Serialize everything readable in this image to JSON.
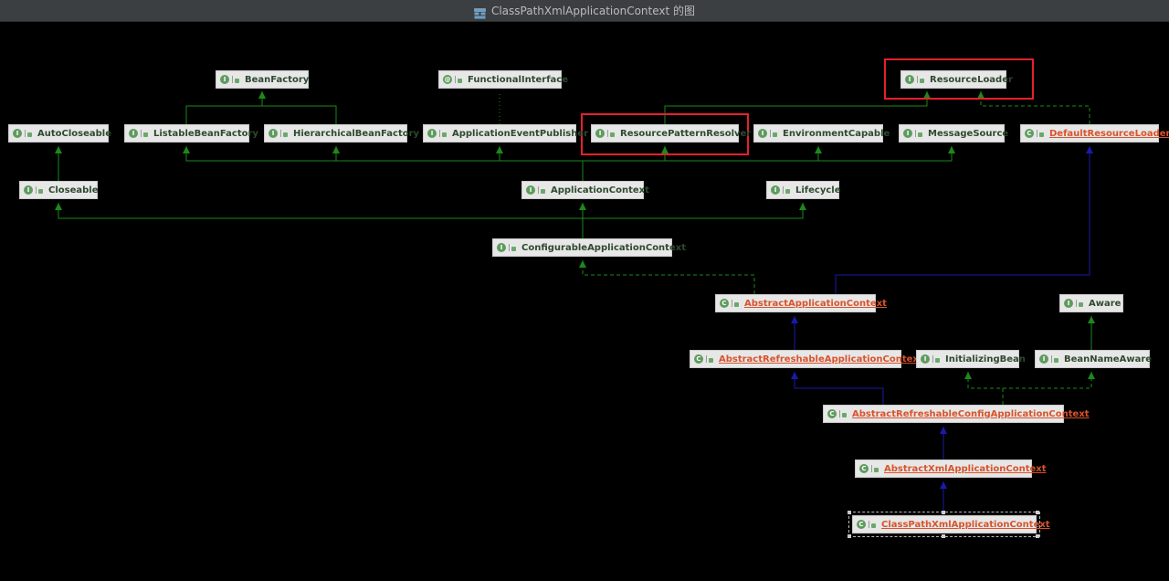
{
  "window": {
    "title": "ClassPathXmlApplicationContext 的图"
  },
  "colors": {
    "extends_edge": "#1a8a1a",
    "implements_edge": "#1a8a1a",
    "class_edge": "#1a1aaa",
    "abstract_label": "#d9532b",
    "highlight": "#e8202a"
  },
  "nodes": [
    {
      "id": "BeanFactory",
      "label": "BeanFactory",
      "kind": "interface"
    },
    {
      "id": "FunctionalInterface",
      "label": "FunctionalInterface",
      "kind": "annotation"
    },
    {
      "id": "ResourceLoader",
      "label": "ResourceLoader",
      "kind": "interface",
      "highlighted": true
    },
    {
      "id": "AutoCloseable",
      "label": "AutoCloseable",
      "kind": "interface"
    },
    {
      "id": "ListableBeanFactory",
      "label": "ListableBeanFactory",
      "kind": "interface"
    },
    {
      "id": "HierarchicalBeanFactory",
      "label": "HierarchicalBeanFactory",
      "kind": "interface"
    },
    {
      "id": "ApplicationEventPublisher",
      "label": "ApplicationEventPublisher",
      "kind": "interface"
    },
    {
      "id": "ResourcePatternResolver",
      "label": "ResourcePatternResolver",
      "kind": "interface",
      "highlighted": true
    },
    {
      "id": "EnvironmentCapable",
      "label": "EnvironmentCapable",
      "kind": "interface"
    },
    {
      "id": "MessageSource",
      "label": "MessageSource",
      "kind": "interface"
    },
    {
      "id": "DefaultResourceLoader",
      "label": "DefaultResourceLoader",
      "kind": "class"
    },
    {
      "id": "Closeable",
      "label": "Closeable",
      "kind": "interface"
    },
    {
      "id": "ApplicationContext",
      "label": "ApplicationContext",
      "kind": "interface"
    },
    {
      "id": "Lifecycle",
      "label": "Lifecycle",
      "kind": "interface"
    },
    {
      "id": "ConfigurableApplicationContext",
      "label": "ConfigurableApplicationContext",
      "kind": "interface"
    },
    {
      "id": "AbstractApplicationContext",
      "label": "AbstractApplicationContext",
      "kind": "abstract"
    },
    {
      "id": "Aware",
      "label": "Aware",
      "kind": "interface"
    },
    {
      "id": "AbstractRefreshableApplicationContext",
      "label": "AbstractRefreshableApplicationContext",
      "kind": "abstract"
    },
    {
      "id": "InitializingBean",
      "label": "InitializingBean",
      "kind": "interface"
    },
    {
      "id": "BeanNameAware",
      "label": "BeanNameAware",
      "kind": "interface"
    },
    {
      "id": "AbstractRefreshableConfigApplicationContext",
      "label": "AbstractRefreshableConfigApplicationContext",
      "kind": "abstract"
    },
    {
      "id": "AbstractXmlApplicationContext",
      "label": "AbstractXmlApplicationContext",
      "kind": "abstract"
    },
    {
      "id": "ClassPathXmlApplicationContext",
      "label": "ClassPathXmlApplicationContext",
      "kind": "class",
      "selected": true
    }
  ],
  "edges": [
    {
      "from": "ListableBeanFactory",
      "to": "BeanFactory",
      "type": "extends"
    },
    {
      "from": "HierarchicalBeanFactory",
      "to": "BeanFactory",
      "type": "extends"
    },
    {
      "from": "ResourcePatternResolver",
      "to": "ResourceLoader",
      "type": "extends"
    },
    {
      "from": "ApplicationEventPublisher",
      "to": "FunctionalInterface",
      "type": "annotated"
    },
    {
      "from": "DefaultResourceLoader",
      "to": "ResourceLoader",
      "type": "implements"
    },
    {
      "from": "Closeable",
      "to": "AutoCloseable",
      "type": "extends"
    },
    {
      "from": "ApplicationContext",
      "to": "ListableBeanFactory",
      "type": "extends"
    },
    {
      "from": "ApplicationContext",
      "to": "HierarchicalBeanFactory",
      "type": "extends"
    },
    {
      "from": "ApplicationContext",
      "to": "ApplicationEventPublisher",
      "type": "extends"
    },
    {
      "from": "ApplicationContext",
      "to": "ResourcePatternResolver",
      "type": "extends"
    },
    {
      "from": "ApplicationContext",
      "to": "EnvironmentCapable",
      "type": "extends"
    },
    {
      "from": "ApplicationContext",
      "to": "MessageSource",
      "type": "extends"
    },
    {
      "from": "ConfigurableApplicationContext",
      "to": "Closeable",
      "type": "extends"
    },
    {
      "from": "ConfigurableApplicationContext",
      "to": "ApplicationContext",
      "type": "extends"
    },
    {
      "from": "ConfigurableApplicationContext",
      "to": "Lifecycle",
      "type": "extends"
    },
    {
      "from": "AbstractApplicationContext",
      "to": "ConfigurableApplicationContext",
      "type": "implements"
    },
    {
      "from": "AbstractApplicationContext",
      "to": "DefaultResourceLoader",
      "type": "class"
    },
    {
      "from": "BeanNameAware",
      "to": "Aware",
      "type": "extends"
    },
    {
      "from": "AbstractRefreshableApplicationContext",
      "to": "AbstractApplicationContext",
      "type": "class"
    },
    {
      "from": "AbstractRefreshableConfigApplicationContext",
      "to": "AbstractRefreshableApplicationContext",
      "type": "class"
    },
    {
      "from": "AbstractRefreshableConfigApplicationContext",
      "to": "InitializingBean",
      "type": "implements"
    },
    {
      "from": "AbstractRefreshableConfigApplicationContext",
      "to": "BeanNameAware",
      "type": "implements"
    },
    {
      "from": "AbstractXmlApplicationContext",
      "to": "AbstractRefreshableConfigApplicationContext",
      "type": "class"
    },
    {
      "from": "ClassPathXmlApplicationContext",
      "to": "AbstractXmlApplicationContext",
      "type": "class"
    }
  ]
}
